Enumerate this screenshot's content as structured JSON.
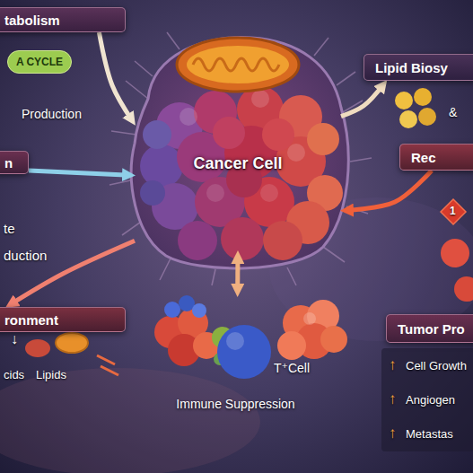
{
  "diagram": {
    "nodes": [
      {
        "text": [
          "tabolism"
        ]
      },
      {
        "text": [
          "A CYCLE"
        ]
      },
      {
        "text": [
          "n"
        ]
      },
      {
        "text": [
          "ronment"
        ]
      },
      {
        "text": [
          "Cancer Cell"
        ]
      },
      {
        "text": [
          "Lipid Biosy"
        ]
      },
      {
        "text": [
          "Rec"
        ]
      },
      {
        "text": [
          "Tumor Pro"
        ]
      },
      {
        "text": [
          "T⁺Cell",
          "Immune Suppression"
        ]
      }
    ],
    "edges": [
      {
        "from": 0,
        "to": 4,
        "arrow": "to"
      },
      {
        "from": 2,
        "to": 4,
        "arrow": "to"
      },
      {
        "from": 4,
        "to": 3,
        "arrow": "to"
      },
      {
        "from": 4,
        "to": 5,
        "arrow": "to"
      },
      {
        "from": 6,
        "to": 4,
        "arrow": "to"
      },
      {
        "from": 4,
        "to": 8,
        "arrow": "both"
      }
    ],
    "labels": [
      "Production",
      "te",
      "duction",
      "↓",
      "cids",
      "Lipids",
      "&",
      "1",
      "↑",
      "Cell Growth",
      "↑",
      "Angiogen",
      "↑",
      "Metastas"
    ]
  }
}
